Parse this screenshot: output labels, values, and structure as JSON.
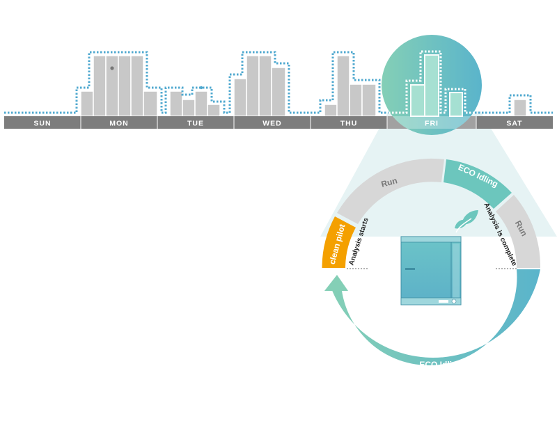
{
  "week": {
    "days": [
      "SUN",
      "MON",
      "TUE",
      "WED",
      "THU",
      "FRI",
      "SAT"
    ],
    "highlighted_day": "FRI"
  },
  "cycle": {
    "segments": {
      "clean_pilot": "clean pilot",
      "run_top": "Run",
      "eco_top": "ECO Idling",
      "run_right": "Run",
      "eco_bottom": "ECO Idling"
    },
    "annotations": {
      "analysis_starts": "Analysis starts",
      "analysis_complete": "Analysis is complete"
    },
    "icons": [
      "leaf-icon",
      "analyzer-instrument-icon"
    ]
  },
  "colors": {
    "bar_fill": "#c8c8c8",
    "bar_stroke": "#ffffff",
    "dotted_outline": "#4fa8cf",
    "day_bar": "#7d7d7d",
    "run_arc": "#d7d7d7",
    "clean_pilot": "#f4a000",
    "teal_start": "#84cfb6",
    "teal_end": "#5bb5c9"
  }
}
